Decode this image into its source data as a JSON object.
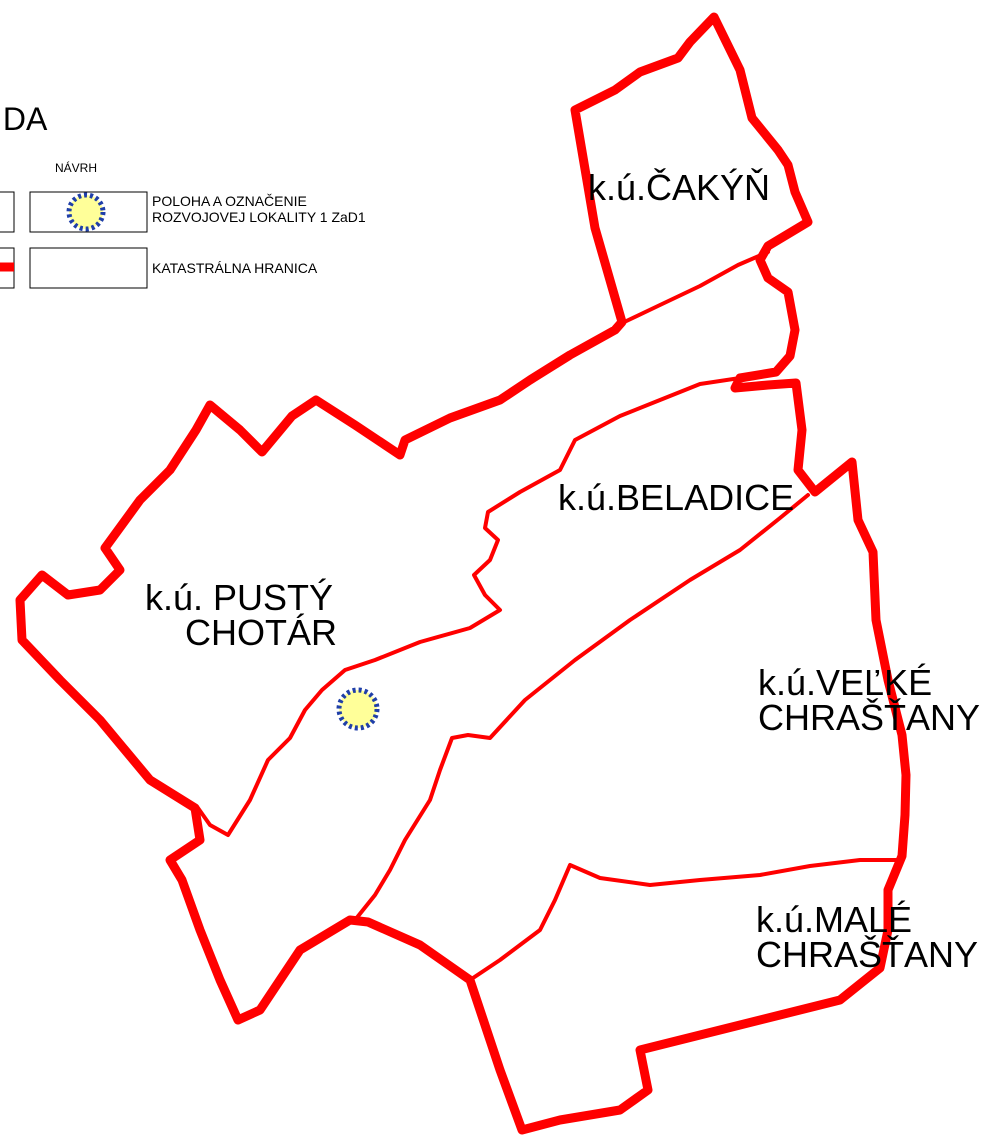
{
  "legend": {
    "title": "IDA",
    "column_header": "NÁVRH",
    "items": [
      {
        "line1": "POLOHA A OZNAČENIE",
        "line2": "ROZVOJOVEJ LOKALITY 1 ZaD1",
        "symbol": "development-site-marker"
      },
      {
        "line1": "KATASTRÁLNA HRANICA",
        "line2": "",
        "symbol": "cadastral-boundary-line"
      }
    ]
  },
  "areas": {
    "cakyn": {
      "line1": "k.ú.ČAKÝŇ"
    },
    "beladice": {
      "line1": "k.ú.BELADICE"
    },
    "pusty_chotar": {
      "line1": "k.ú. PUSTÝ",
      "line2": "CHOTÁR"
    },
    "velke_chrastany": {
      "line1": "k.ú.VEĽKÉ",
      "line2": "CHRAŠŤANY"
    },
    "male_chrastany": {
      "line1": "k.ú.MALÉ",
      "line2": "CHRAŠŤANY"
    }
  },
  "colors": {
    "boundary": "#ff0000",
    "marker_fill": "#ffff99",
    "marker_outline": "#1f3fa8"
  }
}
